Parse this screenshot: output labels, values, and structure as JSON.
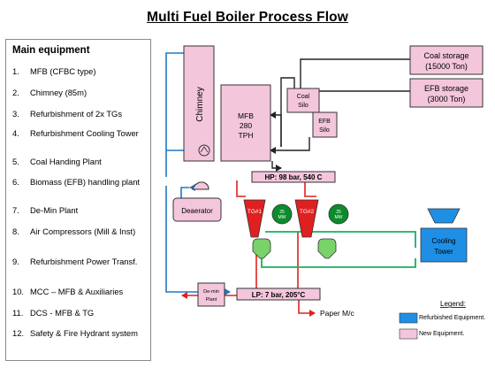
{
  "title": "Multi Fuel Boiler Process Flow",
  "equipment_panel": {
    "heading": "Main equipment",
    "items": [
      {
        "num": "1.",
        "text": "MFB (CFBC type)"
      },
      {
        "num": "2.",
        "text": "Chimney (85m)"
      },
      {
        "num": "3.",
        "text": "Refurbishment of 2x TGs"
      },
      {
        "num": "4.",
        "text": "Refurbishment Cooling Tower"
      },
      {
        "num": "5.",
        "text": "Coal Handing Plant"
      },
      {
        "num": "6.",
        "text": "Biomass (EFB) handling plant"
      },
      {
        "num": "7.",
        "text": "De-Min Plant"
      },
      {
        "num": "8.",
        "text": "Air Compressors (Mill & Inst)"
      },
      {
        "num": "9.",
        "text": "Refurbishment Power Transf."
      },
      {
        "num": "10.",
        "text": "MCC – MFB & Auxiliaries"
      },
      {
        "num": "11.",
        "text": "DCS - MFB & TG"
      },
      {
        "num": "12.",
        "text": "Safety & Fire Hydrant system"
      }
    ]
  },
  "diagram": {
    "chimney": "Chimney",
    "mfb": [
      "MFB",
      "280",
      "TPH"
    ],
    "coal_silo": [
      "Coal",
      "Silo"
    ],
    "efb_silo": [
      "EFB",
      "Silo"
    ],
    "coal_storage": [
      "Coal storage",
      "(15000 Ton)"
    ],
    "efb_storage": [
      "EFB storage",
      "(3000 Ton)"
    ],
    "hp_header": "HP: 98 bar, 540 C",
    "deaerator": "Deaerator",
    "tg1": "TG#1",
    "tg2": "TG#2",
    "gen1": [
      "25",
      "MW"
    ],
    "gen2": [
      "25",
      "MW"
    ],
    "cooling_tower": [
      "Cooling",
      "Tower"
    ],
    "demin_plant": [
      "De-min",
      "Plant"
    ],
    "lp_header": "LP: 7 bar, 205°C",
    "paper_mc": "Paper M/c"
  },
  "legend": {
    "title": "Legend:",
    "items": [
      {
        "label": "Refurbished Equipment.",
        "color": "#1f8fe6"
      },
      {
        "label": "New Equipment.",
        "color": "#f4c6dc"
      }
    ]
  },
  "colors": {
    "new_equipment": "#f4c6dc",
    "refurbished": "#1f8fe6",
    "generator": "#0a8c2a",
    "turbine": "#e02020",
    "steam_line": "#e02020",
    "water_line": "#1e78c8",
    "cooling_line": "#18b060",
    "fuel_line": "#222222"
  }
}
